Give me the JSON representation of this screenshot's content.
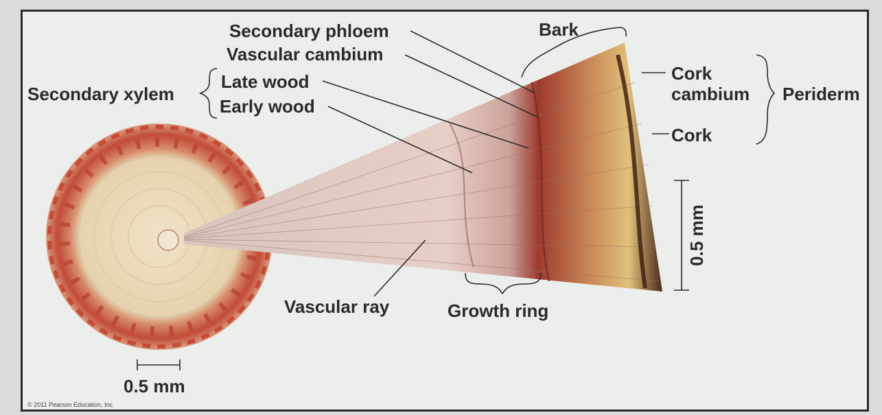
{
  "labels": {
    "secondary_phloem": "Secondary phloem",
    "vascular_cambium": "Vascular cambium",
    "secondary_xylem": "Secondary xylem",
    "late_wood": "Late wood",
    "early_wood": "Early wood",
    "bark": "Bark",
    "cork_cambium": "Cork cambium",
    "periderm": "Periderm",
    "cork": "Cork",
    "vascular_ray": "Vascular ray",
    "growth_ring": "Growth ring",
    "scale_small": "0.5 mm",
    "scale_large": "0.5 mm"
  },
  "copyright": "© 2011 Pearson Education, Inc.",
  "colors": {
    "xylem": "#e2c6c0",
    "phloem": "#b24a3a",
    "cork": "#4a2a1e",
    "cross_section_center": "#ecdcbc",
    "cross_section_ring": "#c85a40"
  }
}
